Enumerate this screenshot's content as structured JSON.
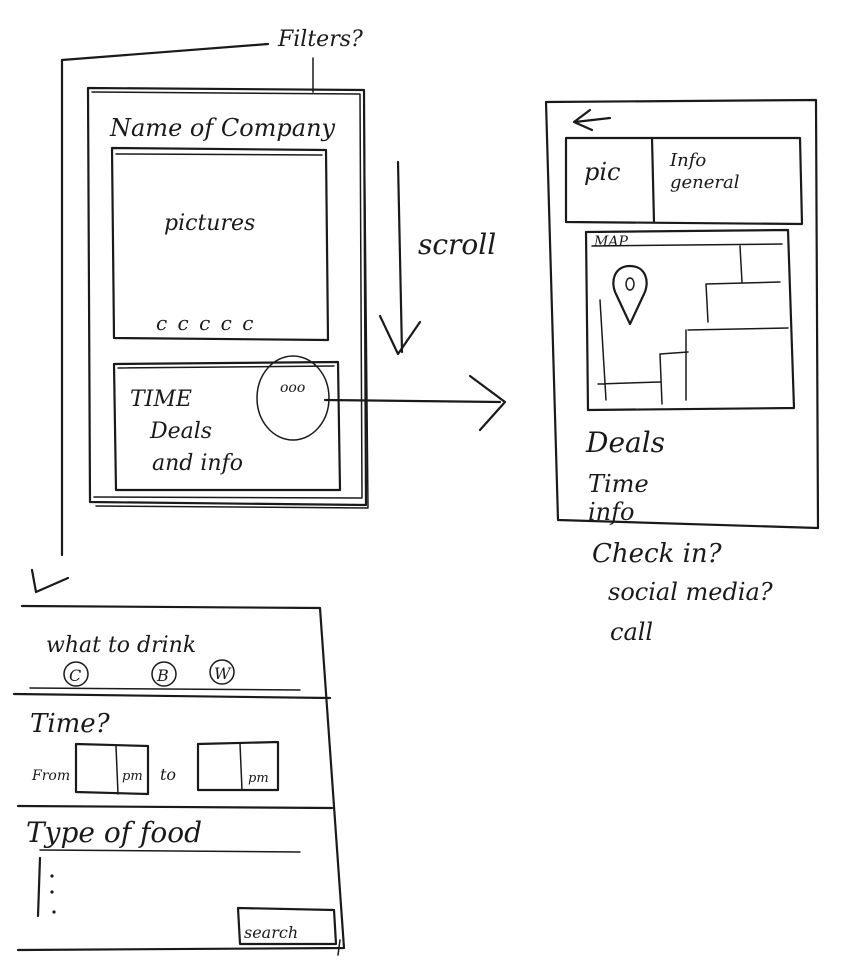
{
  "main_screen": {
    "filters_label": "Filters?",
    "company_name": "Name of Company",
    "pictures_label": "pictures",
    "gallery_dots": "c c c c c",
    "time_label": "TIME",
    "deals_label": "Deals",
    "and_info_label": "and info",
    "more_dots": "ooo",
    "scroll_label": "scroll"
  },
  "detail_screen": {
    "pic_label": "pic",
    "info_line1": "Info",
    "info_line2": "general",
    "map_label": "MAP",
    "deals_label": "Deals",
    "time_label": "Time",
    "info_label": "info",
    "check_in_label": "Check in?",
    "social_media_label": "social media?",
    "call_label": "call"
  },
  "filter_screen": {
    "drink_title": "what to drink",
    "drink_options": [
      "C",
      "B",
      "W"
    ],
    "time_title": "Time?",
    "from_label": "From",
    "pm_label_1": "pm",
    "to_label": "to",
    "pm_label_2": "pm",
    "food_title": "Type of food",
    "search_label": "search"
  }
}
